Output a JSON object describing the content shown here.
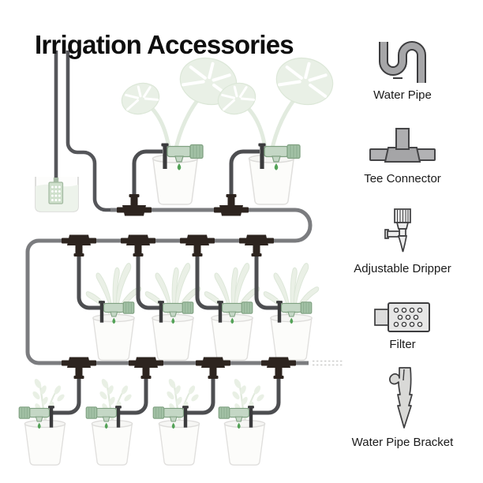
{
  "title": "Irrigation Accessories",
  "legend": {
    "items": [
      {
        "name": "water-pipe",
        "label": "Water Pipe"
      },
      {
        "name": "tee-connector",
        "label": "Tee Connector"
      },
      {
        "name": "adjustable-dripper",
        "label": "Adjustable Dripper"
      },
      {
        "name": "filter",
        "label": "Filter"
      },
      {
        "name": "water-pipe-bracket",
        "label": "Water Pipe Bracket"
      }
    ]
  },
  "diagram": {
    "water_source": "container with submerged filter",
    "rows": [
      {
        "pots": 2,
        "drippers": 2,
        "tee_connectors": 2,
        "dripper_direction": "right"
      },
      {
        "pots": 4,
        "drippers": 4,
        "tee_connectors": 4,
        "dripper_direction": "right"
      },
      {
        "pots": 4,
        "drippers": 4,
        "tee_connectors": 4,
        "dripper_direction": "left"
      }
    ],
    "colors": {
      "pipe_main": "#7b7c7f",
      "pipe_branch": "#4d4e51",
      "pipe_supply": "#55565a",
      "tee_connector": "#2d241f",
      "bracket": "#3b3b3d",
      "dripper_body": "#c4d7c5",
      "dripper_cap": "#a2c1a5",
      "water_drop": "#53a257",
      "plant": "#e9f0e6",
      "pot": "#fbfbf9",
      "water": "#ecf2ea"
    }
  }
}
